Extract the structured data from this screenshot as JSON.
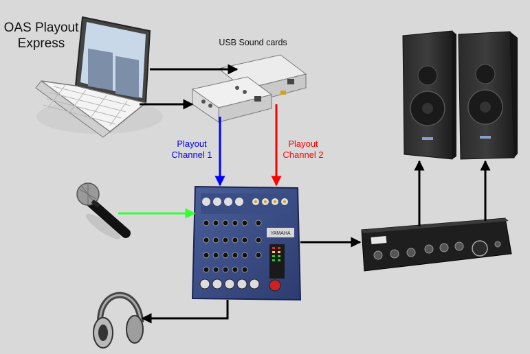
{
  "title": {
    "line1": "OAS Playout",
    "line2": "Express"
  },
  "usb_label": "USB Sound cards",
  "channel1": {
    "line1": "Playout",
    "line2": "Channel 1",
    "color": "#0000ff"
  },
  "channel2": {
    "line1": "Playout",
    "line2": "Channel 2",
    "color": "#ff0000"
  },
  "mic_line_color": "#33ff33",
  "connector_color": "#000000",
  "devices": {
    "laptop": "laptop-icon",
    "sound_cards": "usb-sound-card-icon",
    "mixer": "mixer-icon",
    "microphone": "microphone-icon",
    "headphones": "headphones-icon",
    "amplifier": "amplifier-icon",
    "speakers": "speaker-icon"
  },
  "mixer_brand": "YAMAHA"
}
